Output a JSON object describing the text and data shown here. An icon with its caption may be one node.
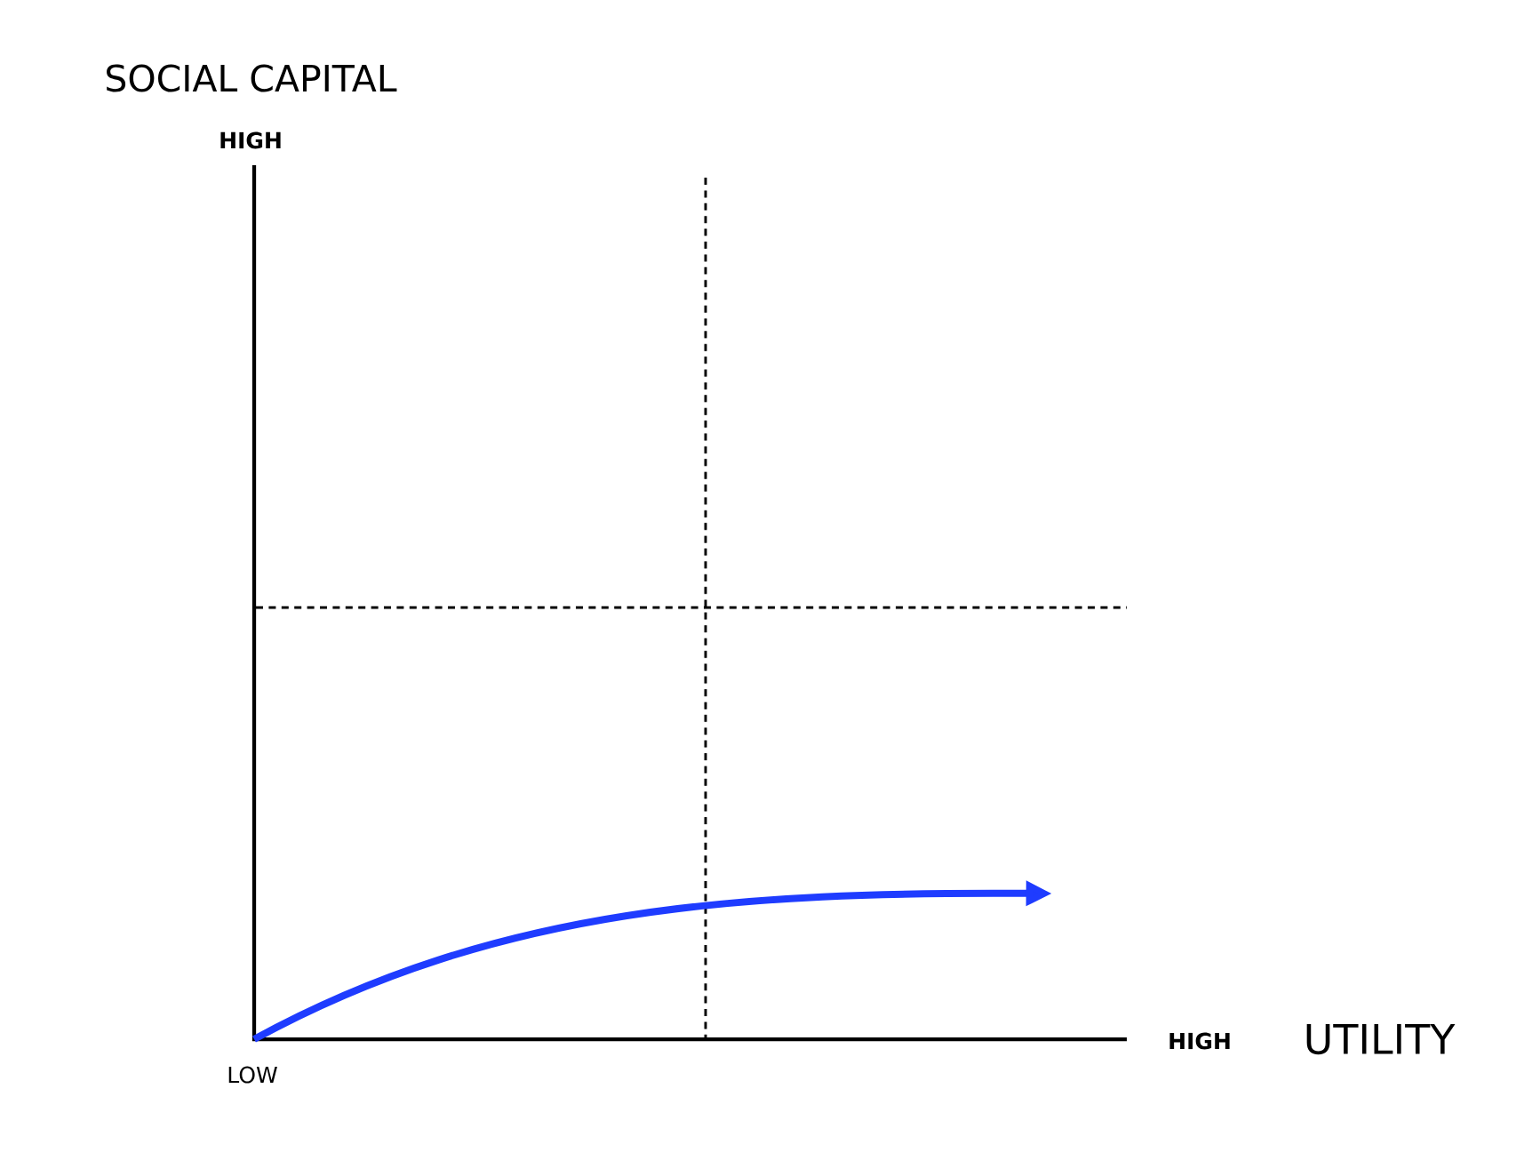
{
  "diagram": {
    "labels": [
      "SOCIAL CAPITAL",
      "HIGH",
      "HIGH",
      "UTILITY",
      "LOW"
    ]
  }
}
